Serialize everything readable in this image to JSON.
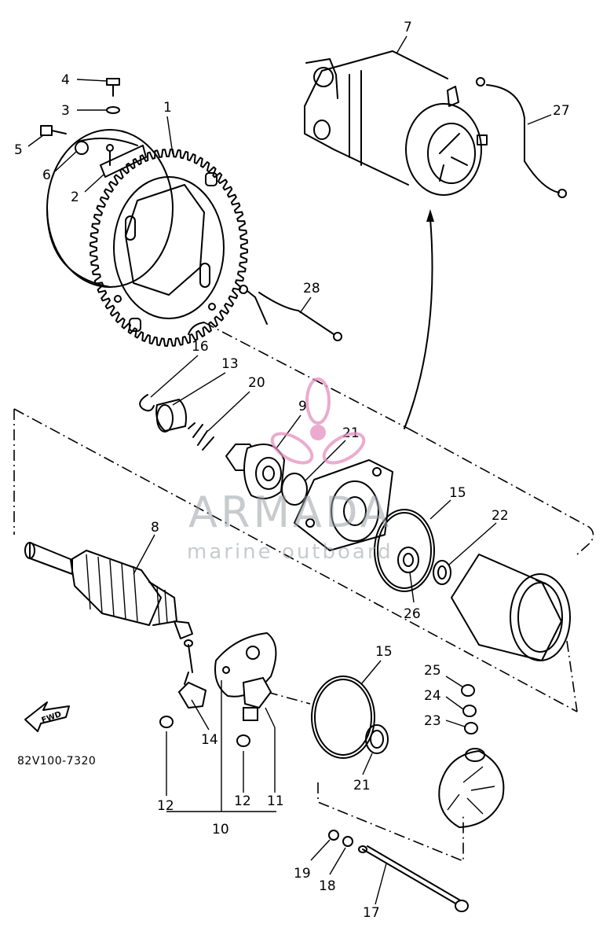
{
  "diagram_code": "82V100-7320",
  "fwd_label": "FWD",
  "watermark": {
    "brand": "ARMADA",
    "tagline": "marine outboard"
  },
  "parts": {
    "p1": "1",
    "p2": "2",
    "p3": "3",
    "p4": "4",
    "p5": "5",
    "p6": "6",
    "p7": "7",
    "p8": "8",
    "p9": "9",
    "p10": "10",
    "p11": "11",
    "p12a": "12",
    "p12b": "12",
    "p13": "13",
    "p14": "14",
    "p15a": "15",
    "p15b": "15",
    "p16": "16",
    "p17": "17",
    "p18": "18",
    "p19": "19",
    "p20": "20",
    "p21a": "21",
    "p21b": "21",
    "p22": "22",
    "p23": "23",
    "p24": "24",
    "p25": "25",
    "p26": "26",
    "p27": "27",
    "p28": "28"
  },
  "colors": {
    "line": "#000000",
    "watermark_text": "#9aa0a6",
    "watermark_logo": "#e58fc0"
  }
}
